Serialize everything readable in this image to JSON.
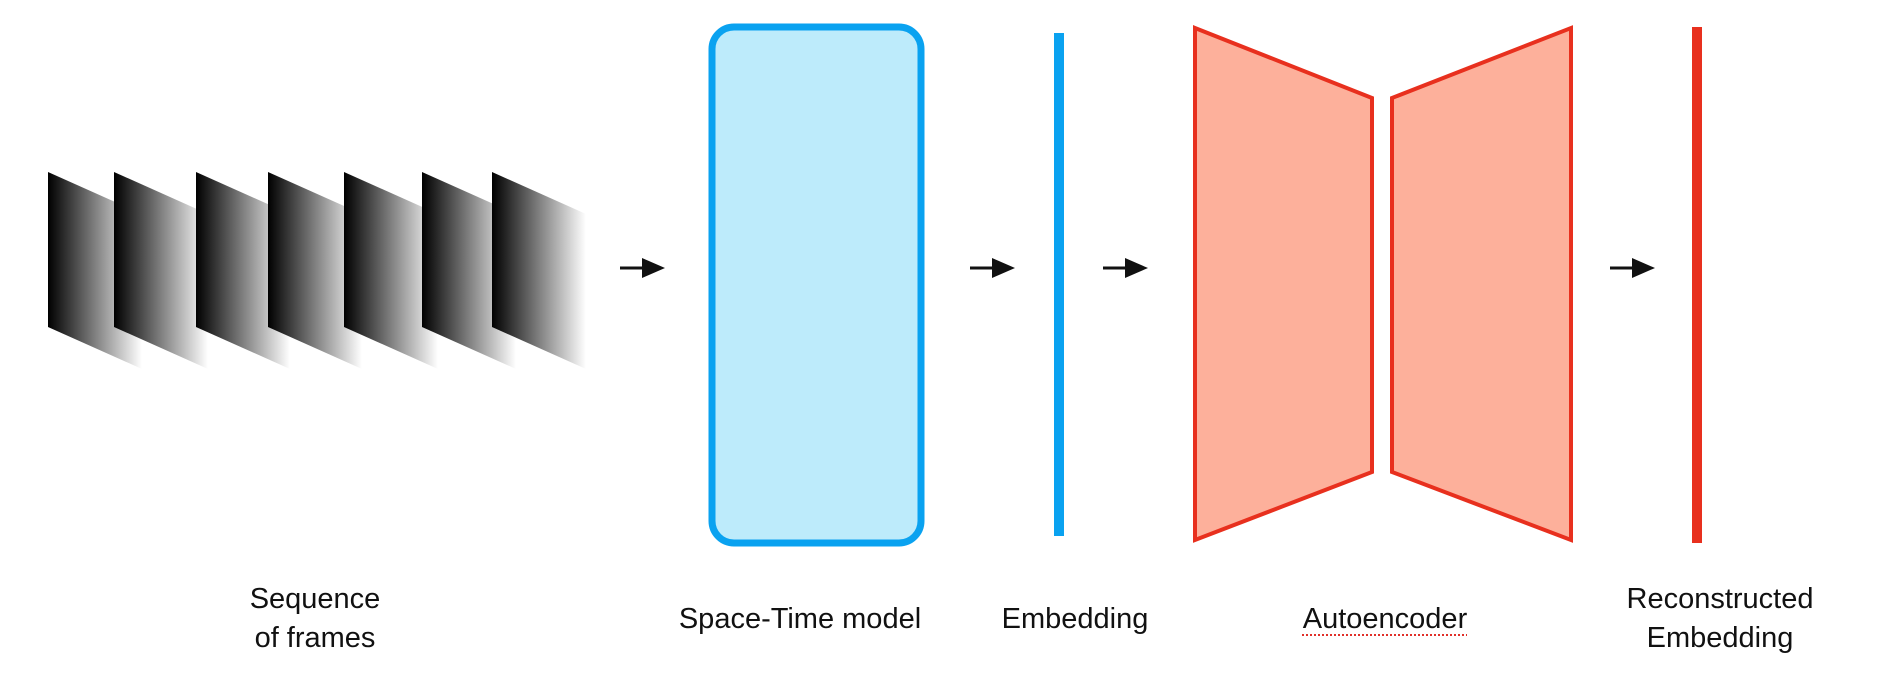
{
  "labels": {
    "frames_line1": "Sequence",
    "frames_line2": "of frames",
    "space_time_model": "Space-Time model",
    "embedding": "Embedding",
    "autoencoder": "Autoencoder",
    "reconstructed_line1": "Reconstructed",
    "reconstructed_line2": "Embedding"
  },
  "colors": {
    "blue_stroke": "#0aa2f0",
    "blue_fill": "#bdebfb",
    "red_stroke": "#e8301e",
    "red_fill": "#fdb09b",
    "arrow": "#111111"
  },
  "frame_count": 7
}
